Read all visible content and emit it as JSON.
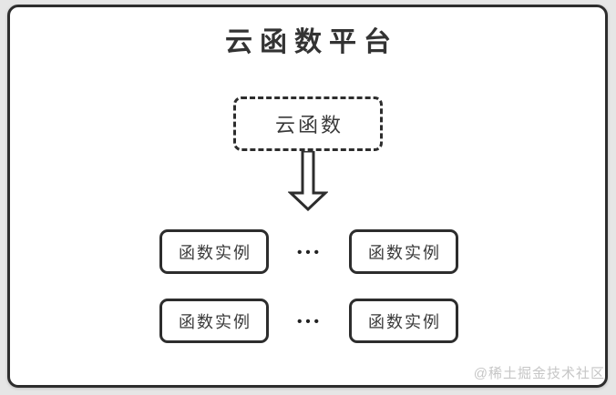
{
  "diagram": {
    "title": "云函数平台",
    "cloud_function": {
      "label": "云函数"
    },
    "arrow": {
      "direction": "down",
      "style": "hollow-outline"
    },
    "instance_rows": [
      {
        "left": "函数实例",
        "dots": "•••",
        "right": "函数实例"
      },
      {
        "left": "函数实例",
        "dots": "•••",
        "right": "函数实例"
      }
    ],
    "watermark": "@稀土掘金技术社区",
    "colors": {
      "border": "#2d2d2d",
      "text": "#3a3a3a",
      "title_text": "#333333",
      "watermark": "#c6c6c6",
      "card_background": "#ffffff",
      "page_background": "#e6e6e6"
    }
  }
}
